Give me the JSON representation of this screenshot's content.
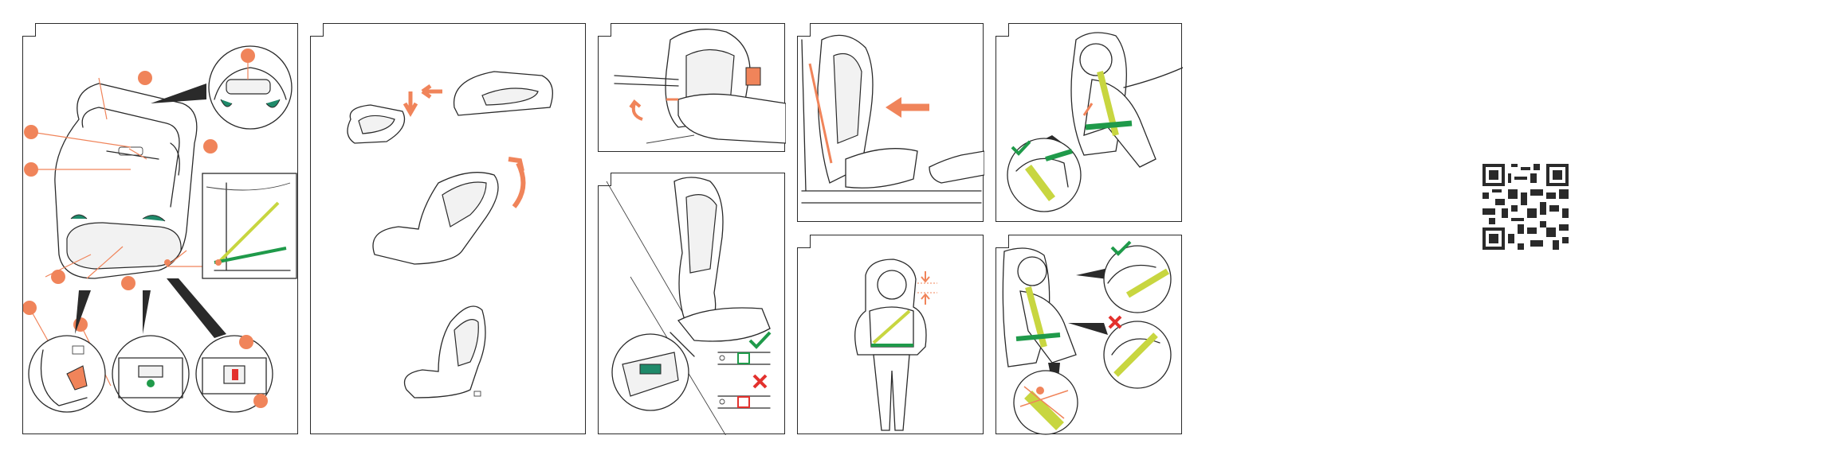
{
  "colors": {
    "accent": "#f0845a",
    "green": "#1f9a4a",
    "yellow_green": "#c8d640",
    "red": "#e3312d",
    "teal": "#1f8a6a",
    "line": "#2a2a2a"
  },
  "panels": [
    {
      "id": "overview",
      "icons": [
        "seat-overview-illustration",
        "callout-dot",
        "zoom-circle"
      ]
    },
    {
      "id": "conversion",
      "icons": [
        "backrest-detach-illustration",
        "arrow-icon",
        "rotate-arrow-icon"
      ]
    },
    {
      "id": "isofix-release",
      "icons": [
        "hand-icon",
        "isofix-arm-illustration",
        "rotate-arrow-icon"
      ]
    },
    {
      "id": "isofix-connect",
      "icons": [
        "isofix-indicator-green-icon",
        "isofix-indicator-red-icon",
        "check-icon",
        "cross-icon"
      ]
    },
    {
      "id": "push-back",
      "icons": [
        "arrow-icon",
        "hand-icon"
      ]
    },
    {
      "id": "headrest-height",
      "icons": [
        "child-figure-illustration",
        "height-arrow-icon"
      ]
    },
    {
      "id": "belt-route",
      "icons": [
        "belt-icon",
        "check-icon"
      ]
    },
    {
      "id": "belt-check",
      "icons": [
        "check-icon",
        "cross-icon",
        "zoom-circle"
      ]
    }
  ],
  "qr_icon": "qr-code-icon"
}
